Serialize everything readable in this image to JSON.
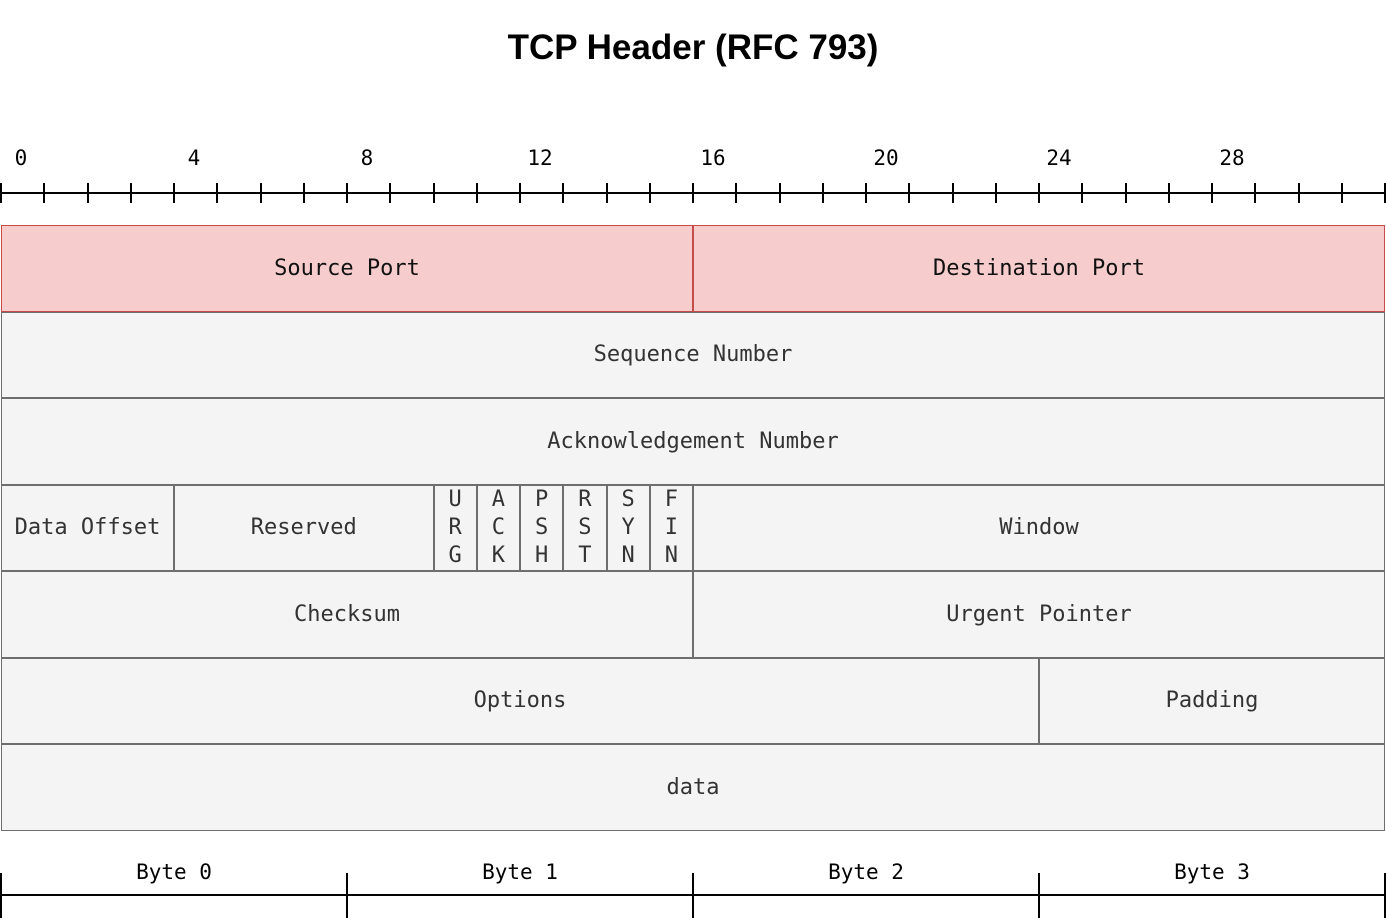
{
  "title": "TCP Header (RFC 793)",
  "ruler": {
    "labels": [
      "0",
      "4",
      "8",
      "12",
      "16",
      "20",
      "24",
      "28"
    ],
    "bit_count": 32
  },
  "rows": [
    [
      {
        "label": "Source Port",
        "bits": 16,
        "highlight": true
      },
      {
        "label": "Destination Port",
        "bits": 16,
        "highlight": true
      }
    ],
    [
      {
        "label": "Sequence Number",
        "bits": 32
      }
    ],
    [
      {
        "label": "Acknowledgement Number",
        "bits": 32
      }
    ],
    [
      {
        "label": "Data Offset",
        "bits": 4
      },
      {
        "label": "Reserved",
        "bits": 6
      },
      {
        "label": "URG",
        "bits": 1,
        "vertical": true
      },
      {
        "label": "ACK",
        "bits": 1,
        "vertical": true
      },
      {
        "label": "PSH",
        "bits": 1,
        "vertical": true
      },
      {
        "label": "RST",
        "bits": 1,
        "vertical": true
      },
      {
        "label": "SYN",
        "bits": 1,
        "vertical": true
      },
      {
        "label": "FIN",
        "bits": 1,
        "vertical": true
      },
      {
        "label": "Window",
        "bits": 16
      }
    ],
    [
      {
        "label": "Checksum",
        "bits": 16
      },
      {
        "label": "Urgent Pointer",
        "bits": 16
      }
    ],
    [
      {
        "label": "Options",
        "bits": 24
      },
      {
        "label": "Padding",
        "bits": 8
      }
    ],
    [
      {
        "label": "data",
        "bits": 32
      }
    ]
  ],
  "bytes": [
    "Byte 0",
    "Byte 1",
    "Byte 2",
    "Byte 3"
  ],
  "colors": {
    "highlight_fill": "#f6cccc",
    "highlight_border": "#c64b4b",
    "field_fill": "#f4f4f4",
    "field_border": "#6e6e6e"
  }
}
